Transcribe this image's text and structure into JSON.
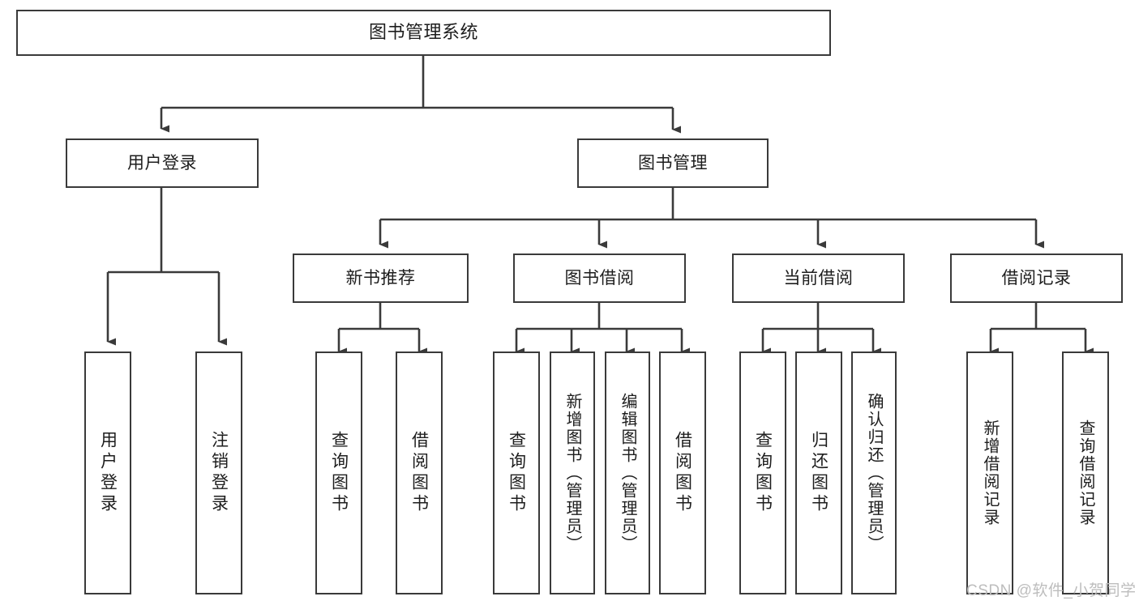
{
  "diagram": {
    "type": "org-tree",
    "title": "图书管理系统",
    "root": {
      "label": "图书管理系统"
    },
    "level2": [
      {
        "label": "用户登录"
      },
      {
        "label": "图书管理"
      }
    ],
    "level3": [
      {
        "label": "新书推荐"
      },
      {
        "label": "图书借阅"
      },
      {
        "label": "当前借阅"
      },
      {
        "label": "借阅记录"
      }
    ],
    "leaves": {
      "user_login": [
        {
          "label": "用户登录"
        },
        {
          "label": "注销登录"
        }
      ],
      "new_book": [
        {
          "label": "查询图书"
        },
        {
          "label": "借阅图书"
        }
      ],
      "borrow": [
        {
          "label": "查询图书"
        },
        {
          "label": "新增图书（管理员）"
        },
        {
          "label": "编辑图书（管理员）"
        },
        {
          "label": "借阅图书"
        }
      ],
      "current": [
        {
          "label": "查询图书"
        },
        {
          "label": "归还图书"
        },
        {
          "label": "确认归还（管理员）"
        }
      ],
      "records": [
        {
          "label": "新增借阅记录"
        },
        {
          "label": "查询借阅记录"
        }
      ]
    }
  },
  "watermark": {
    "text": "CSDN @软件_小贺同学"
  },
  "colors": {
    "border": "#3a3a3a",
    "text": "#1d1d1d",
    "background": "#ffffff",
    "watermark": "#bdbdbd"
  }
}
